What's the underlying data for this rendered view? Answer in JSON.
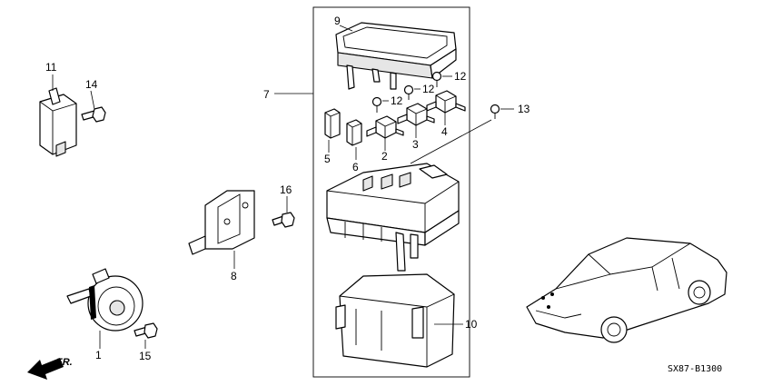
{
  "diagram": {
    "code": "SX87-B1300",
    "direction_label": "FR.",
    "callouts": [
      {
        "id": "c1",
        "label": "1"
      },
      {
        "id": "c2",
        "label": "2"
      },
      {
        "id": "c3",
        "label": "3"
      },
      {
        "id": "c4",
        "label": "4"
      },
      {
        "id": "c5",
        "label": "5"
      },
      {
        "id": "c6",
        "label": "6"
      },
      {
        "id": "c7",
        "label": "7"
      },
      {
        "id": "c8",
        "label": "8"
      },
      {
        "id": "c9",
        "label": "9"
      },
      {
        "id": "c10",
        "label": "10"
      },
      {
        "id": "c11",
        "label": "11"
      },
      {
        "id": "c12a",
        "label": "12"
      },
      {
        "id": "c12b",
        "label": "12"
      },
      {
        "id": "c12c",
        "label": "12"
      },
      {
        "id": "c13",
        "label": "13"
      },
      {
        "id": "c14",
        "label": "14"
      },
      {
        "id": "c15",
        "label": "15"
      },
      {
        "id": "c16",
        "label": "16"
      }
    ]
  }
}
